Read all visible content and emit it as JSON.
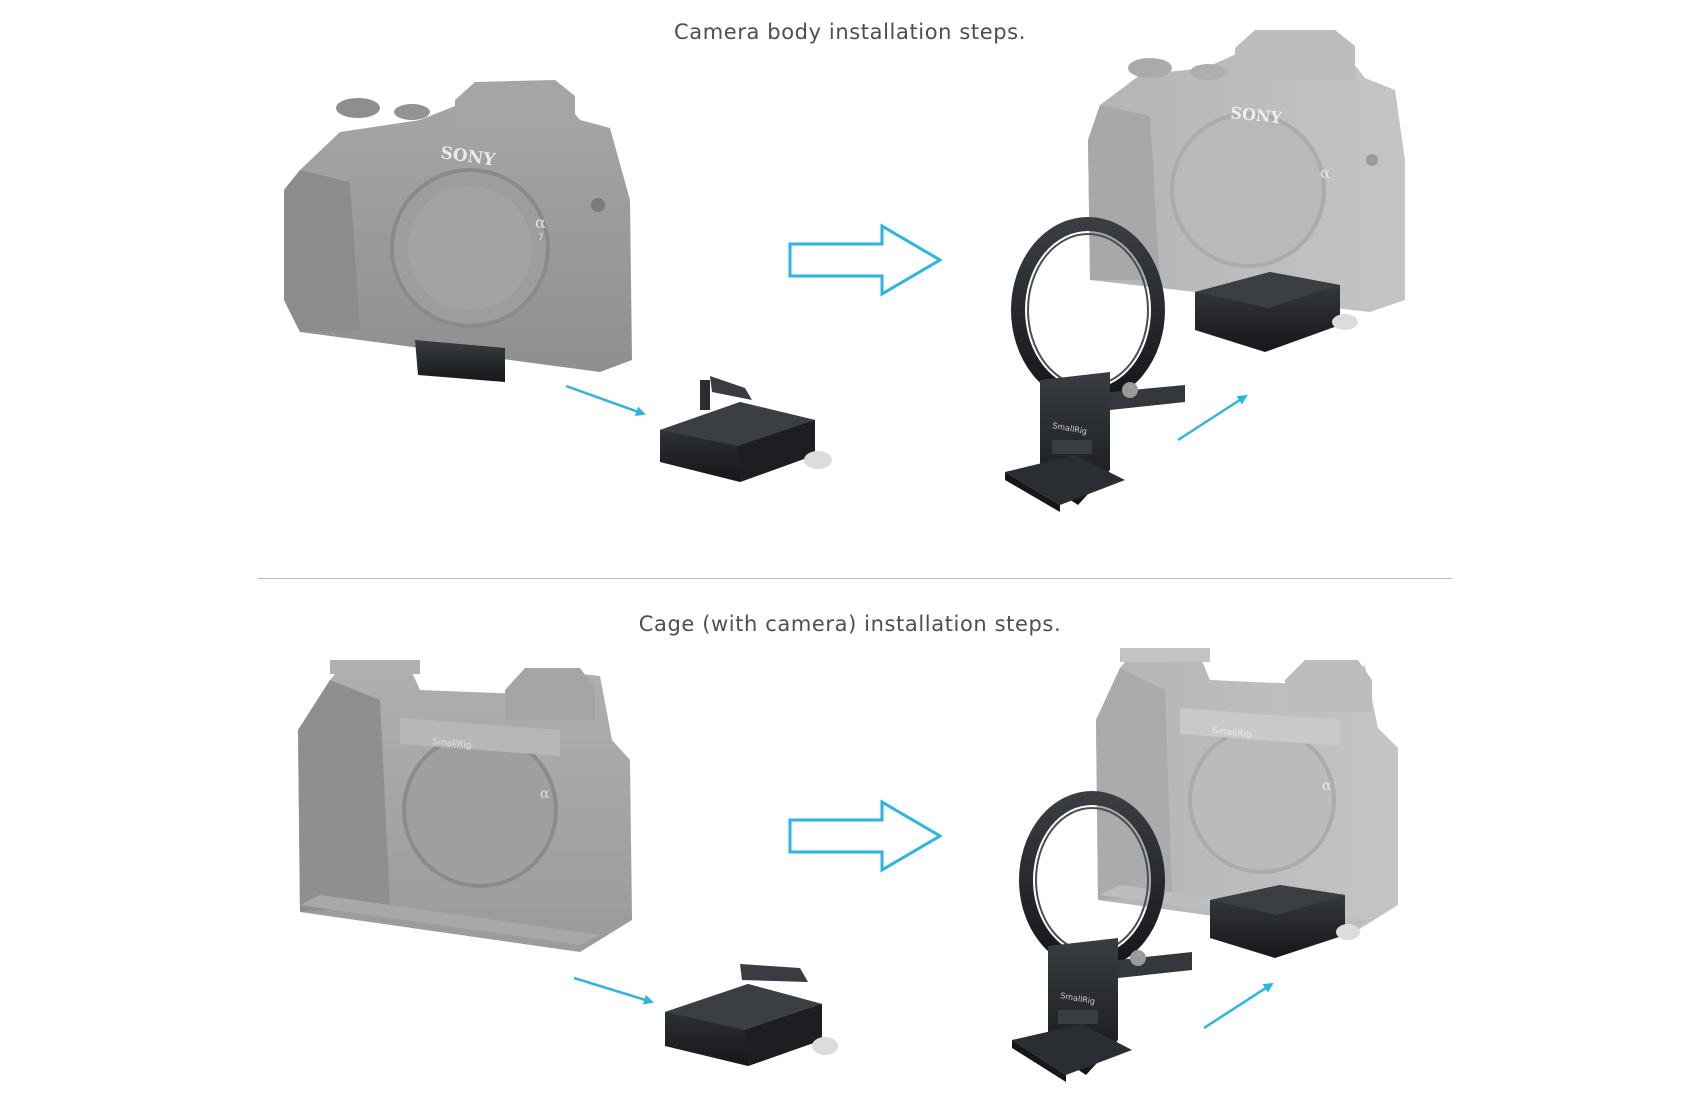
{
  "sections": [
    {
      "title": "Camera body  installation steps."
    },
    {
      "title": "Cage (with camera) installation steps."
    }
  ],
  "labels": {
    "brand_sony": "SONY",
    "brand_alpha": "α",
    "brand_model": "7",
    "brand_smallrig": "SmallRig"
  },
  "colors": {
    "arrow_accent": "#2bb6e0",
    "camera_gray": "#9a9a9a",
    "bracket_black": "#1e2023",
    "heading_text": "#4a4f55"
  },
  "icons": [
    "outline-right-arrow-icon",
    "direction-arrow-icon"
  ]
}
